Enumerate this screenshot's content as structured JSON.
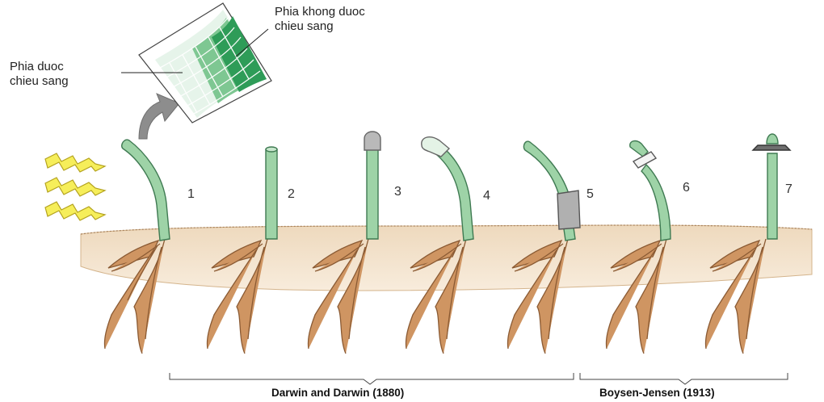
{
  "labels": {
    "shaded_side_line1": "Phia khong duoc",
    "shaded_side_line2": "chieu sang",
    "lit_side_line1": "Phia duoc",
    "lit_side_line2": "chieu sang"
  },
  "seedlings": [
    "1",
    "2",
    "3",
    "4",
    "5",
    "6",
    "7"
  ],
  "groups": {
    "darwin": "Darwin and Darwin (1880)",
    "boysen": "Boysen-Jensen (1913)"
  },
  "colors": {
    "stem": "#9ed3a7",
    "stem_outline": "#3f7a52",
    "root": "#c98a57",
    "soil": "#f3e3cc",
    "light": "#f6ee5a",
    "cap": "#b9b9b9"
  }
}
